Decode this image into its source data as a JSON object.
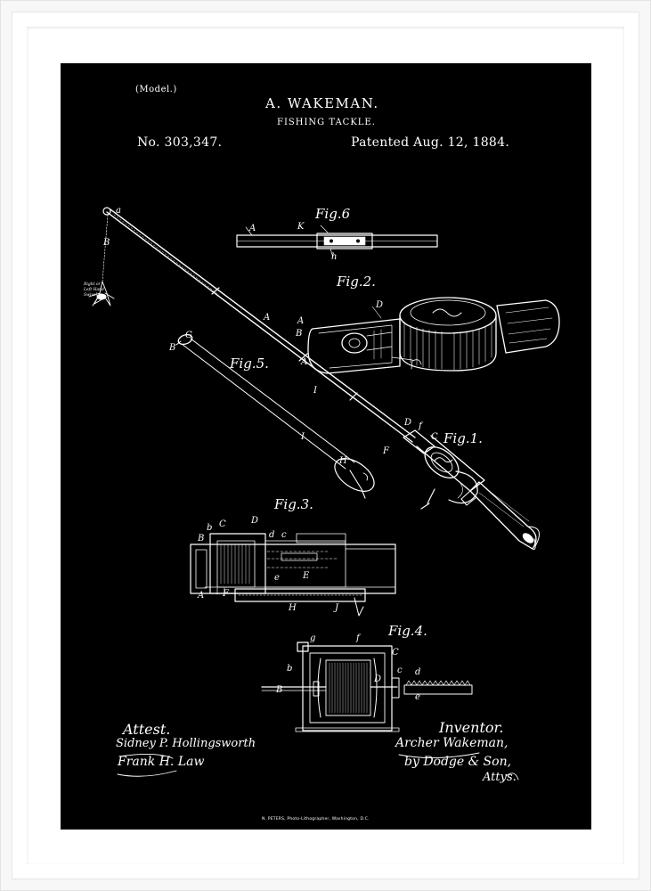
{
  "header": {
    "model": "(Model.)",
    "inventor": "A. WAKEMAN.",
    "title": "FISHING TACKLE.",
    "patent_number": "No. 303,347.",
    "patent_date": "Patented Aug. 12, 1884."
  },
  "figures": {
    "fig1": "Fig.1.",
    "fig2": "Fig.2.",
    "fig3": "Fig.3.",
    "fig4": "Fig.4.",
    "fig5": "Fig.5.",
    "fig6": "Fig.6"
  },
  "labels": {
    "a": "a",
    "A": "A",
    "B": "B",
    "C": "C",
    "D": "D",
    "E": "E",
    "F": "F",
    "G": "G",
    "H": "H",
    "I": "I",
    "J": "J",
    "K": "K",
    "b": "b",
    "c": "c",
    "d": "d",
    "e": "e",
    "f": "f",
    "g": "g",
    "h": "h"
  },
  "lure_note": "Right or\nLeft Hand\nSwivel",
  "attest": {
    "label": "Attest.",
    "witness1": "Sidney P. Hollingsworth",
    "witness2": "Frank H. Law"
  },
  "inventor_block": {
    "label": "Inventor.",
    "signature": "Archer Wakeman,",
    "by_line": "by Dodge & Son,",
    "attys": "Attys."
  },
  "footer": "N. PETERS, Photo-Lithographer, Washington, D.C.",
  "colors": {
    "plate": "#000000",
    "ink": "#ffffff",
    "mat": "#ffffff",
    "frame": "#f4f4f4"
  }
}
